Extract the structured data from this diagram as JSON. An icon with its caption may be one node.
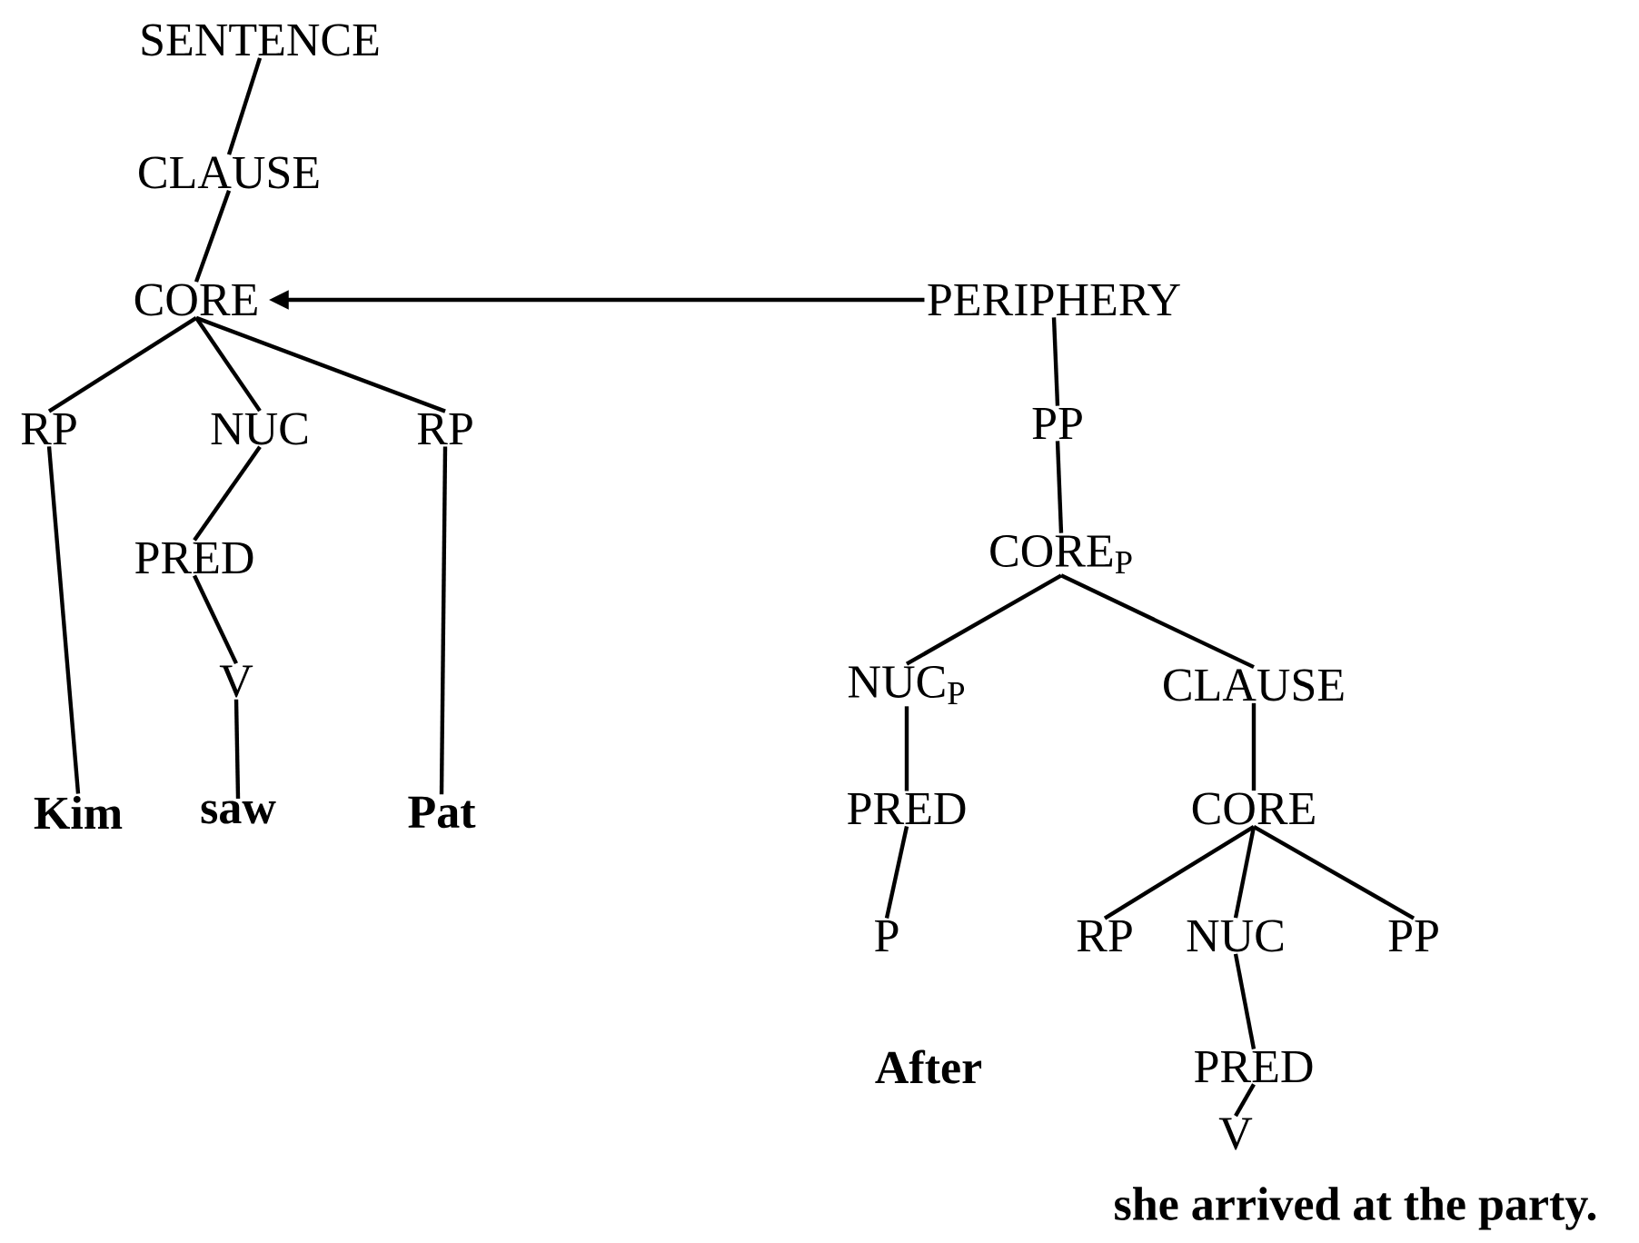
{
  "diagram": {
    "nodes": [
      {
        "text": [
          "SENTENCE"
        ]
      },
      {
        "text": [
          "CLAUSE"
        ]
      },
      {
        "text": [
          "CORE"
        ]
      },
      {
        "text": [
          "RP"
        ]
      },
      {
        "text": [
          "NUC"
        ]
      },
      {
        "text": [
          "RP"
        ]
      },
      {
        "text": [
          "PRED"
        ]
      },
      {
        "text": [
          "V"
        ]
      },
      {
        "text": [
          "Kim"
        ]
      },
      {
        "text": [
          "saw"
        ]
      },
      {
        "text": [
          "Pat"
        ]
      },
      {
        "text": [
          "PERIPHERY"
        ]
      },
      {
        "text": [
          "PP"
        ]
      },
      {
        "text": [
          "CORE$_{P}$"
        ]
      },
      {
        "text": [
          "NUC$_{P}$"
        ]
      },
      {
        "text": [
          "CLAUSE"
        ]
      },
      {
        "text": [
          "PRED"
        ]
      },
      {
        "text": [
          "CORE"
        ]
      },
      {
        "text": [
          "P"
        ]
      },
      {
        "text": [
          "RP"
        ]
      },
      {
        "text": [
          "NUC"
        ]
      },
      {
        "text": [
          "PP"
        ]
      },
      {
        "text": [
          "After"
        ]
      },
      {
        "text": [
          "PRED"
        ]
      },
      {
        "text": [
          "V"
        ]
      },
      {
        "text": [
          "she arrived at the party."
        ]
      }
    ],
    "edges": [
      {
        "from": 0,
        "to": 1,
        "arrow": "none"
      },
      {
        "from": 1,
        "to": 2,
        "arrow": "none"
      },
      {
        "from": 2,
        "to": 3,
        "arrow": "none"
      },
      {
        "from": 2,
        "to": 4,
        "arrow": "none"
      },
      {
        "from": 2,
        "to": 5,
        "arrow": "none"
      },
      {
        "from": 3,
        "to": 8,
        "arrow": "none"
      },
      {
        "from": 4,
        "to": 6,
        "arrow": "none"
      },
      {
        "from": 6,
        "to": 7,
        "arrow": "none"
      },
      {
        "from": 7,
        "to": 9,
        "arrow": "none"
      },
      {
        "from": 5,
        "to": 10,
        "arrow": "none"
      },
      {
        "from": 11,
        "to": 2,
        "arrow": "to"
      },
      {
        "from": 11,
        "to": 12,
        "arrow": "none"
      },
      {
        "from": 12,
        "to": 13,
        "arrow": "none"
      },
      {
        "from": 13,
        "to": 14,
        "arrow": "none"
      },
      {
        "from": 13,
        "to": 15,
        "arrow": "none"
      },
      {
        "from": 14,
        "to": 16,
        "arrow": "none"
      },
      {
        "from": 16,
        "to": 18,
        "arrow": "none"
      },
      {
        "from": 15,
        "to": 17,
        "arrow": "none"
      },
      {
        "from": 17,
        "to": 19,
        "arrow": "none"
      },
      {
        "from": 17,
        "to": 20,
        "arrow": "none"
      },
      {
        "from": 17,
        "to": 21,
        "arrow": "none"
      },
      {
        "from": 20,
        "to": 23,
        "arrow": "none"
      },
      {
        "from": 23,
        "to": 24,
        "arrow": "none"
      }
    ]
  }
}
